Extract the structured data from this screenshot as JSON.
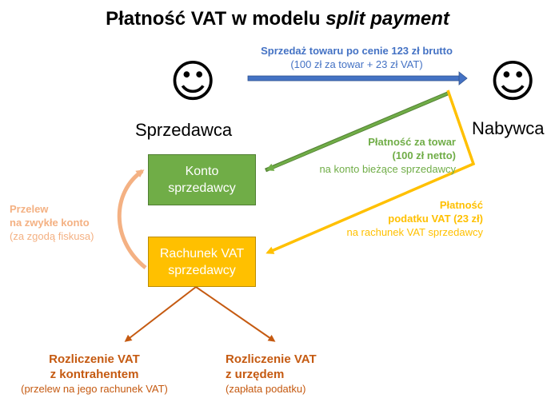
{
  "title": {
    "prefix": "Płatność VAT w modelu ",
    "italic": "split payment"
  },
  "colors": {
    "blue": "#4472c4",
    "green": "#70ad47",
    "yellow": "#ffc000",
    "peach": "#f4b183",
    "brown": "#c55a11"
  },
  "seller": {
    "icon": "smiley-face-icon",
    "label": "Sprzedawca"
  },
  "buyer": {
    "icon": "smiley-face-icon",
    "label": "Nabywca"
  },
  "sale": {
    "line1": "Sprzedaż towaru po cenie 123 zł brutto",
    "line2": "(100 zł za towar + 23 zł VAT)"
  },
  "goods_payment": {
    "line1": "Płatność za towar",
    "line2": "(100 zł netto)",
    "line3": "na konto bieżące sprzedawcy"
  },
  "vat_payment": {
    "line1": "Płatność",
    "line2": "podatku VAT (23 zł)",
    "line3": "na rachunek VAT sprzedawcy"
  },
  "transfer": {
    "line1": "Przelew",
    "line2": "na zwykłe konto",
    "line3": "(za zgodą fiskusa)"
  },
  "box_konto": {
    "line1": "Konto",
    "line2": "sprzedawcy"
  },
  "box_vat": {
    "line1": "Rachunek VAT",
    "line2": "sprzedawcy"
  },
  "settle_contractor": {
    "line1": "Rozliczenie VAT",
    "line2": "z kontrahentem",
    "line3": "(przelew na jego rachunek VAT)"
  },
  "settle_office": {
    "line1": "Rozliczenie VAT",
    "line2": "z urzędem",
    "line3": "(zapłata podatku)"
  }
}
